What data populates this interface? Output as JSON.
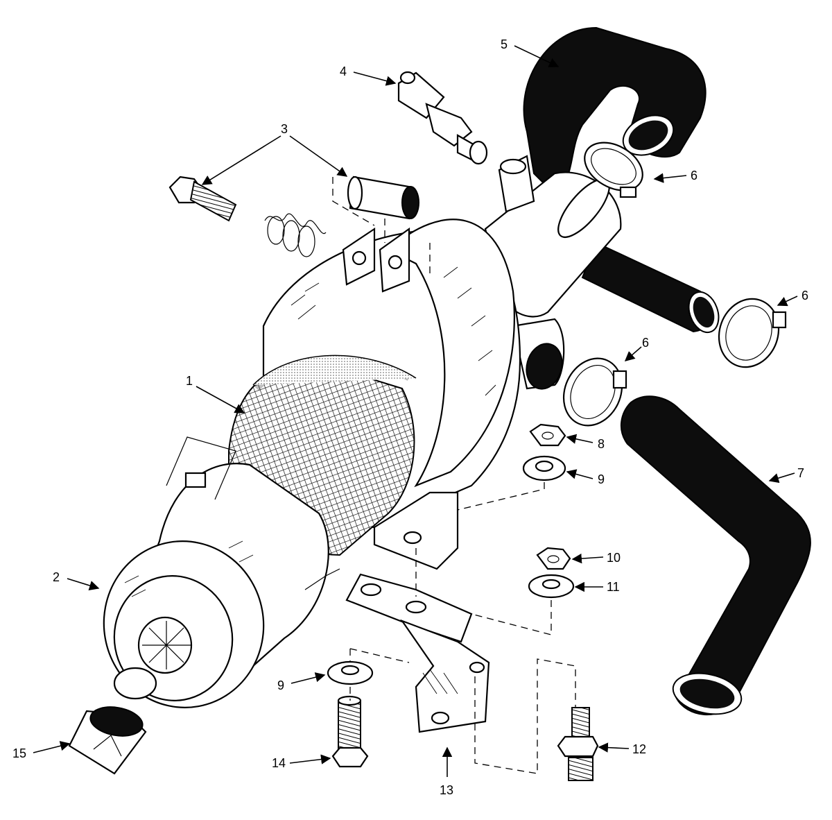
{
  "callouts": {
    "c1": "1",
    "c2": "2",
    "c3": "3",
    "c4": "4",
    "c5": "5",
    "c6a": "6",
    "c6b": "6",
    "c6c": "6",
    "c7": "7",
    "c8": "8",
    "c9a": "9",
    "c9b": "9",
    "c10": "10",
    "c11": "11",
    "c12": "12",
    "c13": "13",
    "c14": "14",
    "c15": "15"
  },
  "colors": {
    "line": "#000000",
    "hose": "#0d0d0d",
    "background": "#ffffff"
  }
}
